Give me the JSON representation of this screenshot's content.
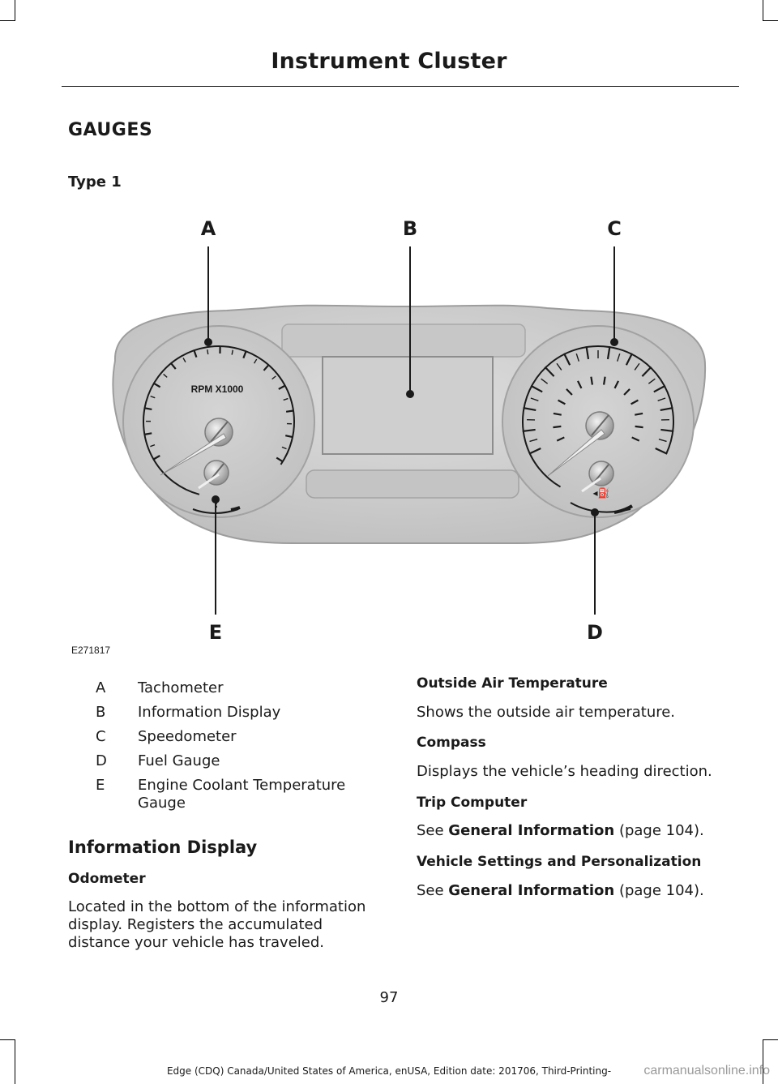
{
  "header": {
    "title": "Instrument Cluster"
  },
  "section": {
    "title": "GAUGES",
    "subtitle": "Type 1"
  },
  "figure": {
    "code": "E271817",
    "callouts": [
      "A",
      "B",
      "C",
      "D",
      "E"
    ],
    "tach_label": "RPM X1000"
  },
  "legend": [
    {
      "letter": "A",
      "text": "Tachometer"
    },
    {
      "letter": "B",
      "text": "Information Display"
    },
    {
      "letter": "C",
      "text": "Speedometer"
    },
    {
      "letter": "D",
      "text": "Fuel Gauge"
    },
    {
      "letter": "E",
      "text": "Engine Coolant Temperature Gauge"
    }
  ],
  "info_display": {
    "title": "Information Display",
    "odometer": {
      "title": "Odometer",
      "text": "Located in the bottom of the information display. Registers the accumulated distance your vehicle has traveled."
    }
  },
  "right_column": {
    "outside_air": {
      "title": "Outside Air Temperature",
      "text": "Shows the outside air temperature."
    },
    "compass": {
      "title": "Compass",
      "text": "Displays the vehicle’s heading direction."
    },
    "trip_computer": {
      "title": "Trip Computer",
      "see": "See ",
      "link": "General Information",
      "page": " (page 104)."
    },
    "vehicle_settings": {
      "title": "Vehicle Settings and Personalization",
      "see": "See ",
      "link": "General Information",
      "page": " (page 104)."
    }
  },
  "page_number": "97",
  "footer": "Edge (CDQ) Canada/United States of America, enUSA, Edition date: 201706, Third-Printing-",
  "watermark": "carmanualsonline.info"
}
